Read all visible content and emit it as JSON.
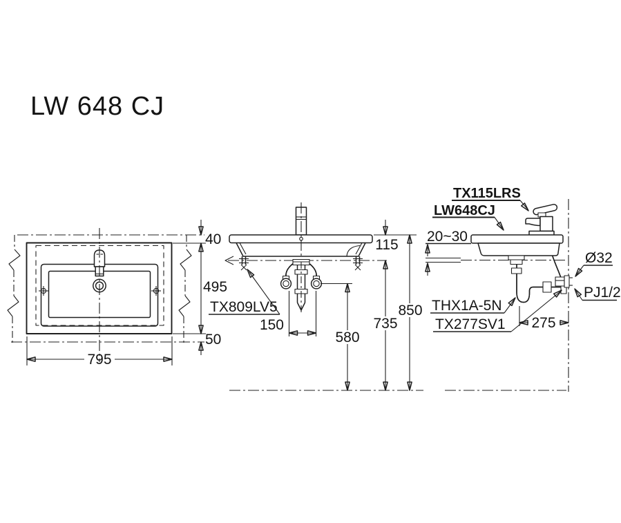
{
  "title": "LW 648 CJ",
  "colors": {
    "line": "#1f1f1f",
    "background": "#ffffff"
  },
  "plan": {
    "back_gap": "40",
    "depth": "495",
    "front_gap": "50",
    "width": "795"
  },
  "front": {
    "drain_fitting": "TX809LV5",
    "supply_pitch": "150",
    "supply_height": "580",
    "rim_to_mount": "115",
    "mount_height": "735",
    "rim_height": "850"
  },
  "side": {
    "faucet": "TX115LRS",
    "basin": "LW648CJ",
    "wall_clearance": "20~30",
    "drain_diameter": "Ø32",
    "supply_thread": "PJ1/2",
    "trap": "THX1A-5N",
    "stop_valve": "TX277SV1",
    "trap_offset": "275"
  }
}
